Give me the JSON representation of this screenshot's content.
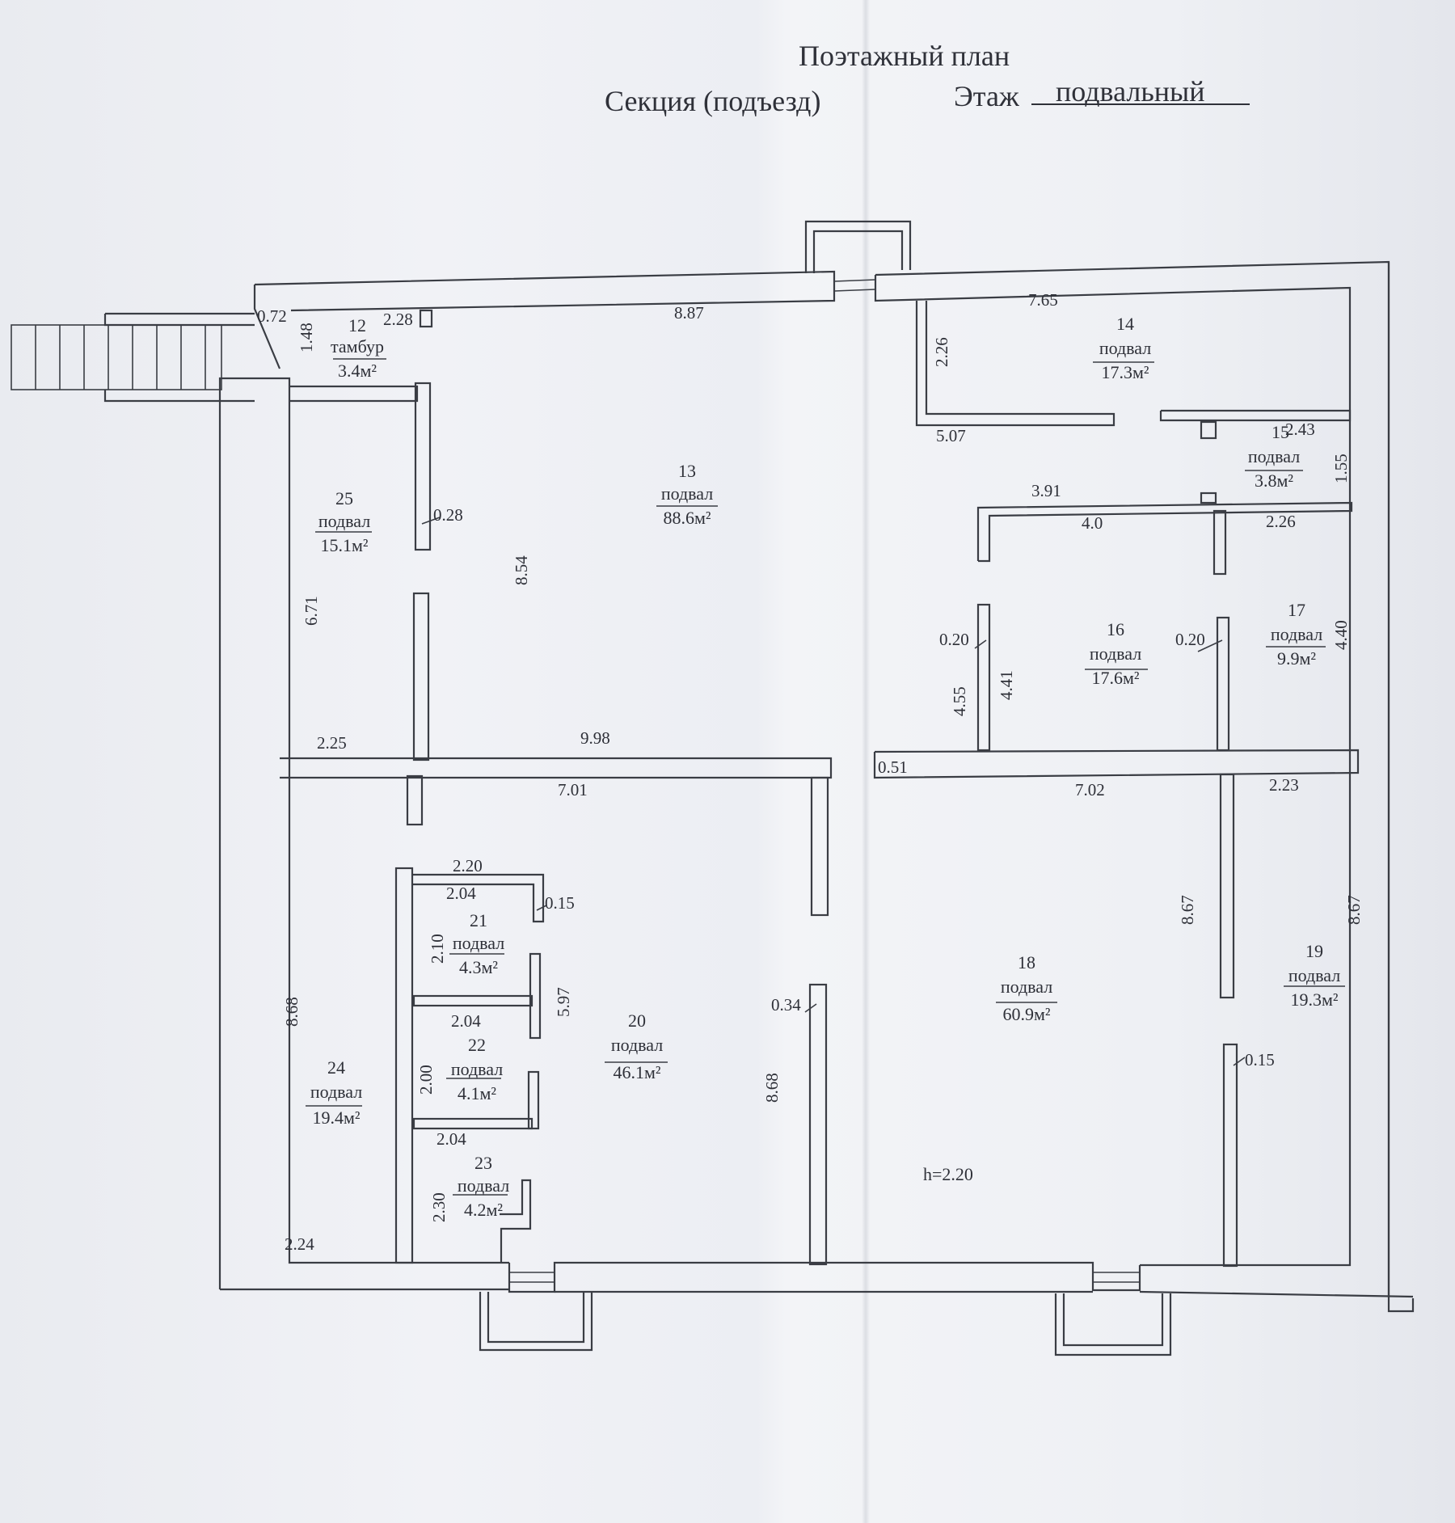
{
  "header": {
    "title": "Поэтажный план",
    "section_label": "Секция (подъезд)",
    "floor_label": "Этаж",
    "floor_value": "подвальный"
  },
  "rooms": {
    "r12": {
      "num": "12",
      "name": "тамбур",
      "area": "3.4м²"
    },
    "r13": {
      "num": "13",
      "name": "подвал",
      "area": "88.6м²"
    },
    "r14": {
      "num": "14",
      "name": "подвал",
      "area": "17.3м²"
    },
    "r15": {
      "num": "15",
      "name": "подвал",
      "area": "3.8м²"
    },
    "r16": {
      "num": "16",
      "name": "подвал",
      "area": "17.6м²"
    },
    "r17": {
      "num": "17",
      "name": "подвал",
      "area": "9.9м²"
    },
    "r18": {
      "num": "18",
      "name": "подвал",
      "area": "60.9м²"
    },
    "r19": {
      "num": "19",
      "name": "подвал",
      "area": "19.3м²"
    },
    "r20": {
      "num": "20",
      "name": "подвал",
      "area": "46.1м²"
    },
    "r21": {
      "num": "21",
      "name": "подвал",
      "area": "4.3м²"
    },
    "r22": {
      "num": "22",
      "name": "подвал",
      "area": "4.1м²"
    },
    "r23": {
      "num": "23",
      "name": "подвал",
      "area": "4.2м²"
    },
    "r24": {
      "num": "24",
      "name": "подвал",
      "area": "19.4м²"
    },
    "r25": {
      "num": "25",
      "name": "подвал",
      "area": "15.1м²"
    }
  },
  "dims": {
    "d072": "0.72",
    "d148": "1.48",
    "d228": "2.28",
    "d887": "8.87",
    "d765": "7.65",
    "d226a": "2.26",
    "d507": "5.07",
    "d243": "2.43",
    "d155": "1.55",
    "d391": "3.91",
    "d40": "4.0",
    "d226b": "2.26",
    "d028": "0.28",
    "d854": "8.54",
    "d671": "6.71",
    "d020a": "0.20",
    "d020b": "0.20",
    "d455": "4.55",
    "d441": "4.41",
    "d440": "4.40",
    "d225": "2.25",
    "d998": "9.98",
    "d051": "0.51",
    "d701": "7.01",
    "d702": "7.02",
    "d223": "2.23",
    "d220": "2.20",
    "d204a": "2.04",
    "d015a": "0.15",
    "d210": "2.10",
    "d597": "5.97",
    "d204b": "2.04",
    "d200": "2.00",
    "d204c": "2.04",
    "d230": "2.30",
    "d224": "2.24",
    "d868a": "8.68",
    "d034": "0.34",
    "d868b": "8.68",
    "d867a": "8.67",
    "d867b": "8.67",
    "d015b": "0.15"
  },
  "height_note": "h=2.20"
}
